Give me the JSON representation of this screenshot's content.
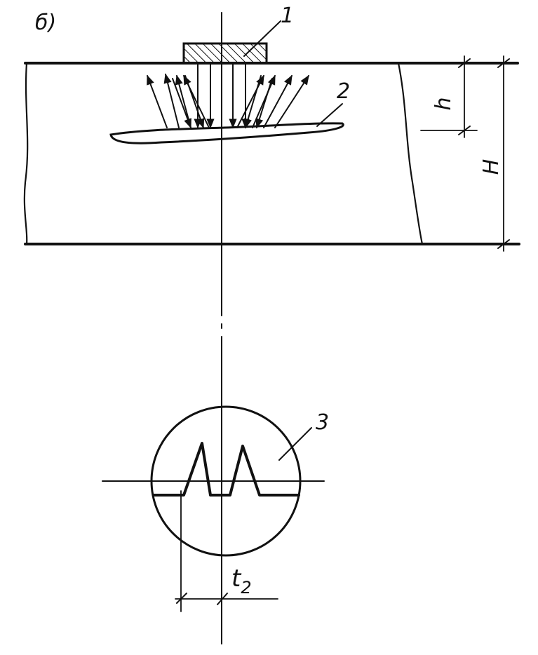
{
  "figure": {
    "panel_label": "б)",
    "labels": {
      "transducer": "1",
      "defect": "2",
      "screen": "3"
    },
    "dimensions": {
      "defect_depth": "h",
      "thickness": "H",
      "pulse_spacing": "t",
      "pulse_spacing_subscript": "2"
    }
  }
}
